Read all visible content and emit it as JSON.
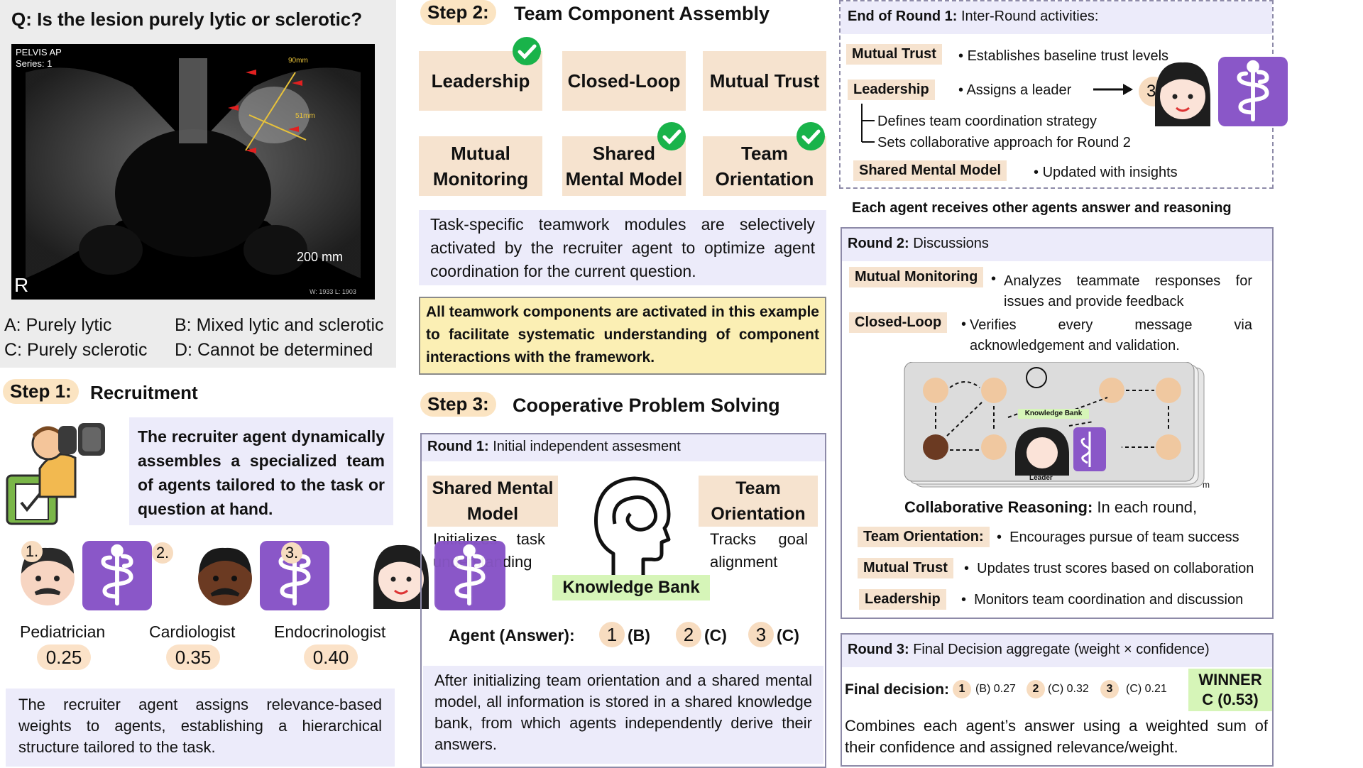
{
  "question": {
    "text": "Q: Is the lesion purely lytic or sclerotic?",
    "xray_header": "PELVIS AP",
    "xray_series": "Series: 1",
    "xray_scale": "200 mm",
    "xray_marker": "R",
    "xray_dim1": "90mm",
    "xray_dim2": "51mm",
    "xray_footer": "W: 1933 L: 1903",
    "options": [
      "A: Purely lytic",
      "B: Mixed lytic and sclerotic",
      "C: Purely sclerotic",
      "D: Cannot be determined"
    ]
  },
  "step1": {
    "badge": "Step 1:",
    "title": "Recruitment",
    "description": "The recruiter agent dynamically assembles a specialized team of agents tailored to the task or question at hand.",
    "agents": [
      {
        "num": "1.",
        "role": "Pediatrician",
        "weight": "0.25"
      },
      {
        "num": "2.",
        "role": "Cardiologist",
        "weight": "0.35"
      },
      {
        "num": "3.",
        "role": "Endocrinologist",
        "weight": "0.40"
      }
    ],
    "footer": "The recruiter agent assigns relevance-based weights to agents, establishing a hierarchical structure tailored to the task."
  },
  "step2": {
    "badge": "Step 2:",
    "title": "Team Component Assembly",
    "components": [
      "Leadership",
      "Closed-Loop",
      "Mutual Trust",
      "Mutual Monitoring",
      "Shared Mental Model",
      "Team Orientation"
    ],
    "description": "Task-specific teamwork modules are selectively activated by the recruiter agent to optimize agent coordination for the current question.",
    "highlight": "All teamwork components are activated in this example to facilitate systematic understanding of component interactions with the framework."
  },
  "step3": {
    "badge": "Step 3:",
    "title": "Cooperative Problem Solving",
    "round1_label": "Round 1:",
    "round1_text": "Initial independent assesment",
    "sm_title": "Shared Mental Model",
    "sm_text": "Initializes task understanding",
    "to_title": "Team Orientation",
    "to_text": "Tracks goal alignment",
    "kb_label": "Knowledge Bank",
    "answers_label": "Agent (Answer):",
    "answers": [
      {
        "num": "1",
        "ans": "(B)"
      },
      {
        "num": "2",
        "ans": "(C)"
      },
      {
        "num": "3",
        "ans": "(C)"
      }
    ],
    "footer": "After initializing team orientation and a shared mental model, all information is stored in a shared knowledge bank, from which agents independently derive their answers."
  },
  "inter_round": {
    "label": "End of Round 1:",
    "text": "Inter-Round activities:",
    "mutual_trust": "Mutual Trust",
    "mutual_trust_text": "Establishes baseline trust levels",
    "leadership": "Leadership",
    "leadership_text": "Assigns a leader",
    "leader_num": "3.",
    "sub1": "Defines team coordination strategy",
    "sub2": "Sets collaborative approach for Round 2",
    "smm": "Shared Mental Model",
    "smm_text": "Updated with insights"
  },
  "between_note": "Each agent receives other agents answer and reasoning",
  "round2": {
    "label": "Round 2:",
    "text": "Discussions",
    "mm": "Mutual Monitoring",
    "mm_text": "Analyzes teammate responses for issues and provide feedback",
    "cl": "Closed-Loop",
    "cl_text": "Verifies every message via acknowledgement and validation.",
    "kb_small": "Knowledge Bank",
    "leader_small": "Leader",
    "m_label": "m",
    "collab_label": "Collaborative Reasoning:",
    "collab_text": "In each round,",
    "items": [
      {
        "tag": "Team Orientation:",
        "text": "Encourages pursue of team success"
      },
      {
        "tag": "Mutual Trust",
        "text": "Updates trust scores based on collaboration"
      },
      {
        "tag": "Leadership",
        "text": "Monitors team coordination and discussion"
      }
    ]
  },
  "round3": {
    "label": "Round 3:",
    "text": "Final Decision aggregate (weight × confidence)",
    "final_label": "Final decision:",
    "votes": [
      {
        "num": "1",
        "text": "(B) 0.27"
      },
      {
        "num": "2",
        "text": "(C) 0.32"
      },
      {
        "num": "3",
        "text": "(C) 0.21"
      }
    ],
    "winner_line1": "WINNER",
    "winner_line2": "C (0.53)",
    "footer": "Combines each agent’s answer using a weighted sum of their confidence and assigned relevance/weight."
  },
  "colors": {
    "purple": "#8a57c8",
    "lavender": "#ecebfa",
    "tan": "#f6e3cf",
    "yellow": "#fbefb4",
    "green": "#19b34a",
    "kb_green": "#d6f5b8"
  }
}
